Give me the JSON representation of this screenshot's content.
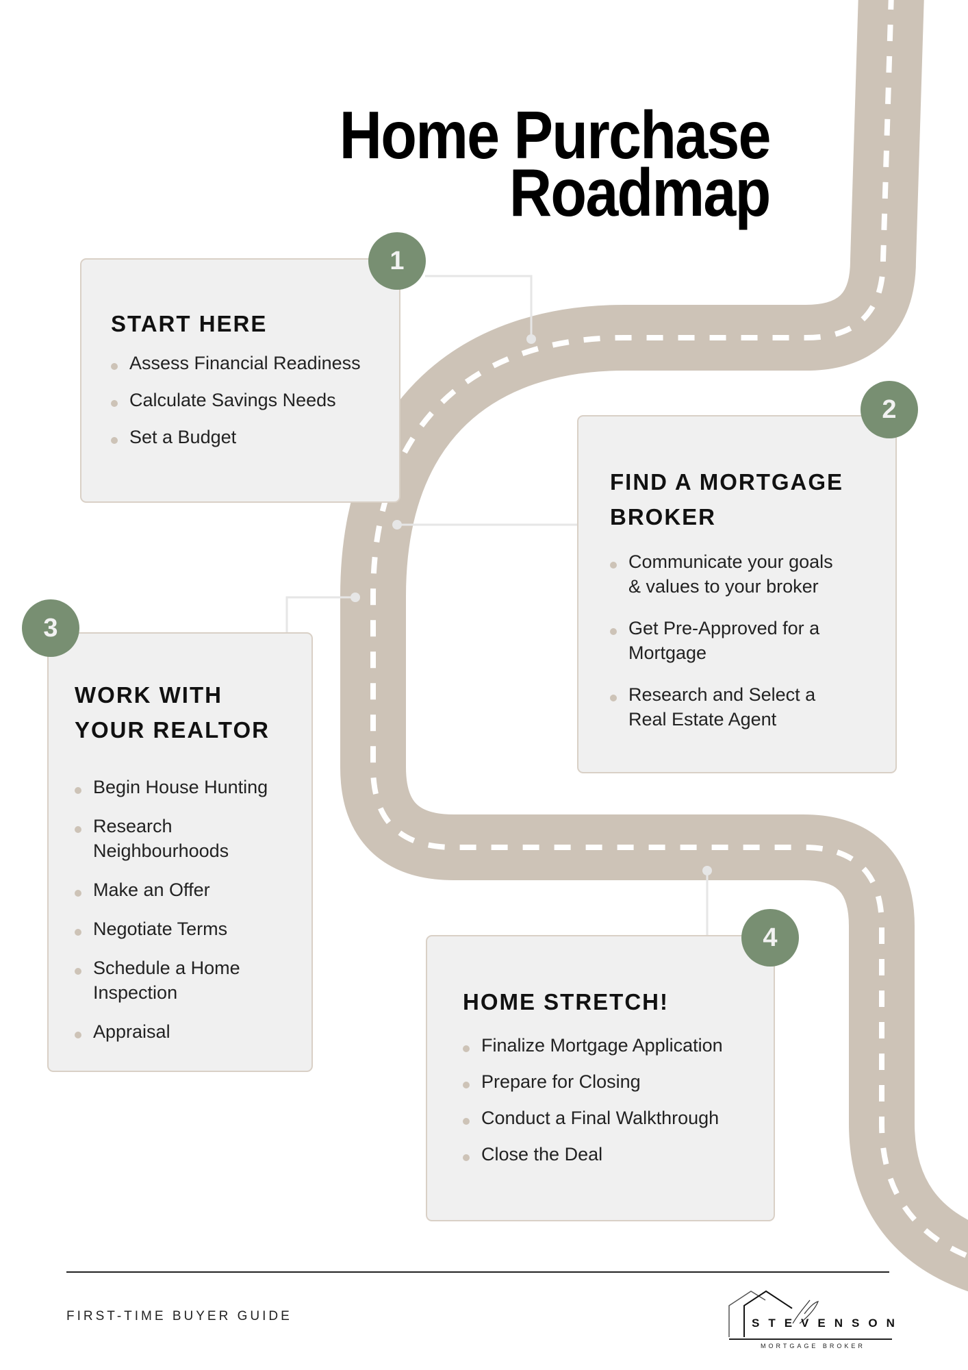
{
  "title": {
    "line1": "Home Purchase",
    "line2": "Roadmap"
  },
  "colors": {
    "road": "#cdc3b7",
    "badge": "#788f72",
    "card_bg": "#f0f0f0",
    "card_border": "#d9d0c6"
  },
  "steps": [
    {
      "number": "1",
      "heading": "START HERE",
      "items": [
        "Assess Financial Readiness",
        "Calculate Savings Needs",
        "Set a Budget"
      ]
    },
    {
      "number": "2",
      "heading": "FIND A MORTGAGE BROKER",
      "items": [
        "Communicate your goals & values to your broker",
        "Get Pre-Approved for a Mortgage",
        "Research and Select a Real Estate Agent"
      ]
    },
    {
      "number": "3",
      "heading": "WORK WITH YOUR REALTOR",
      "items": [
        "Begin House Hunting",
        "Research Neighbourhoods",
        "Make an Offer",
        "Negotiate Terms",
        "Schedule a Home Inspection",
        "Appraisal"
      ]
    },
    {
      "number": "4",
      "heading": "HOME STRETCH!",
      "items": [
        "Finalize Mortgage Application",
        "Prepare for Closing",
        "Conduct a Final Walkthrough",
        "Close the Deal"
      ]
    }
  ],
  "footer": {
    "guide_label": "FIRST-TIME BUYER GUIDE"
  },
  "logo": {
    "signature": "Abbi",
    "name": "STEVENSON",
    "tagline": "MORTGAGE BROKER"
  }
}
